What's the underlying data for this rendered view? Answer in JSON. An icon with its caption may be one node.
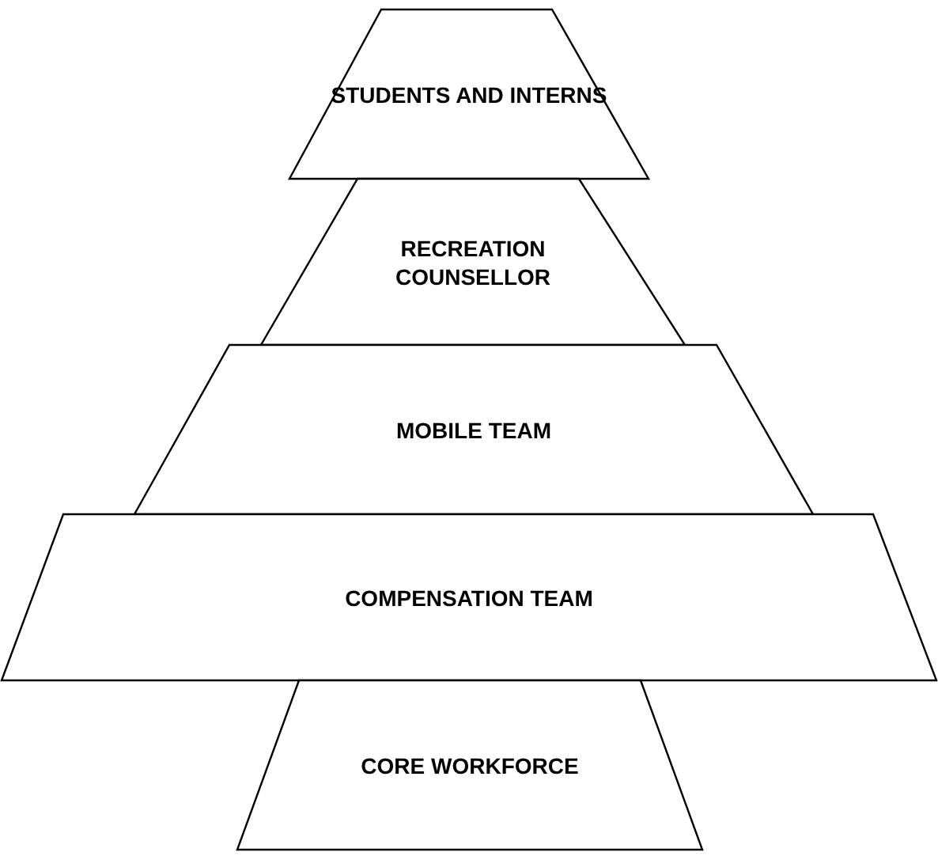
{
  "diagram": {
    "nodes": [
      {
        "text": [
          "STUDENTS AND INTERNS"
        ]
      },
      {
        "text": [
          "RECREATION COUNSELLOR"
        ]
      },
      {
        "text": [
          "MOBILE TEAM"
        ]
      },
      {
        "text": [
          "COMPENSATION TEAM"
        ]
      },
      {
        "text": [
          "CORE WORKFORCE"
        ]
      }
    ]
  }
}
